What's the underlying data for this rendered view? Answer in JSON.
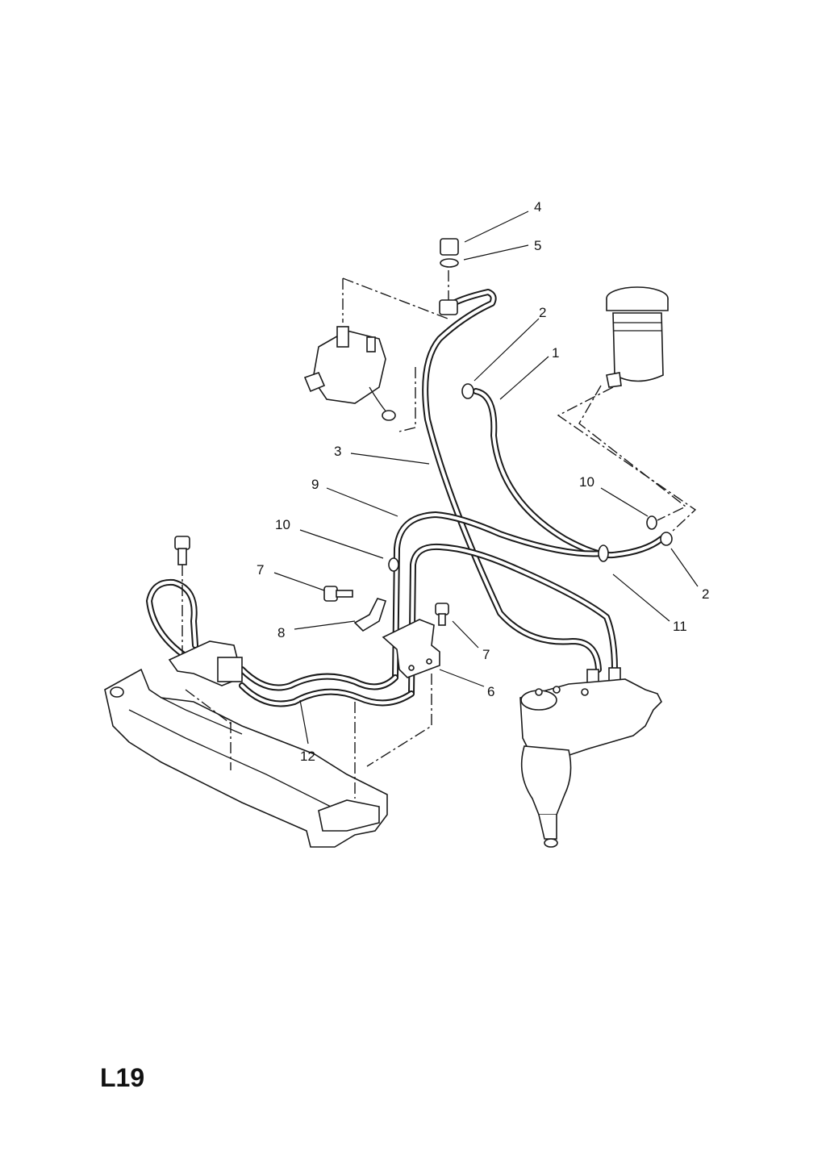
{
  "page_code": "L19",
  "callouts": {
    "c1": "1",
    "c2a": "2",
    "c2b": "2",
    "c3": "3",
    "c4": "4",
    "c5": "5",
    "c6": "6",
    "c7a": "7",
    "c7b": "7",
    "c8": "8",
    "c9": "9",
    "c10a": "10",
    "c10b": "10",
    "c11": "11",
    "c12": "12"
  }
}
